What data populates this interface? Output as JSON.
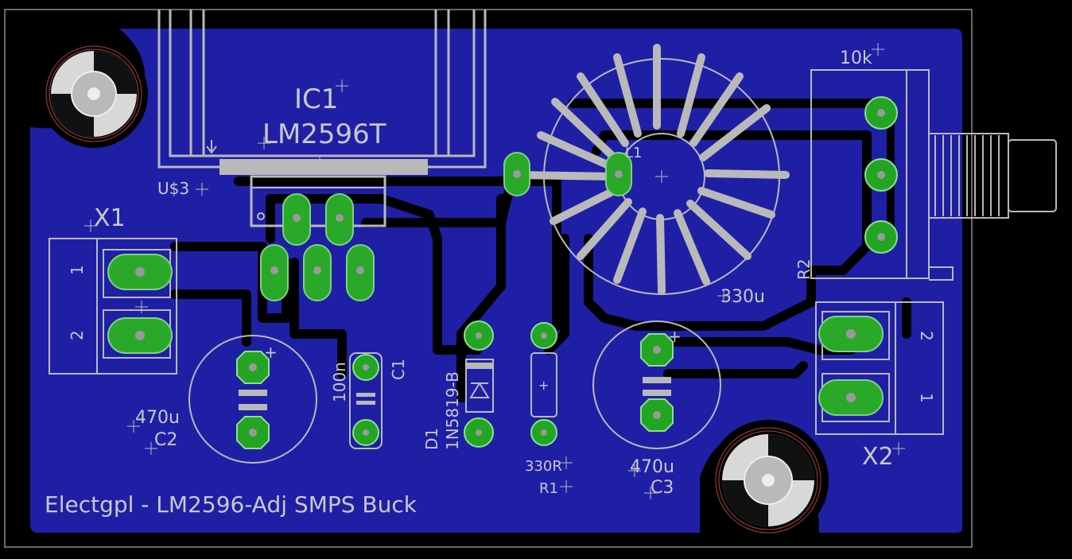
{
  "colors": {
    "background": "#000000",
    "copper": "#1f1fa6",
    "silkscreen": "#b9b9b9",
    "pad": "#2aa82a",
    "outline": "#d0d0d0"
  },
  "labels": {
    "ic1_name": "IC1",
    "ic1_value": "LM2596T",
    "heatsink": "U$3",
    "inductor": "L1",
    "pot_value": "10k",
    "pot_name": "R2",
    "cap_330": "330u",
    "x1": "X1",
    "x2": "X2",
    "x1_pin1": "1",
    "x1_pin2": "2",
    "x2_pin2": "2",
    "x2_pin1": "1",
    "c2_value": "470u",
    "c2_name": "C2",
    "c1_value": "100n",
    "c1_name": "C1",
    "d1_name": "D1",
    "d1_value": "1N5819-B",
    "r1_value": "330R",
    "r1_name": "R1",
    "c3_value": "470u",
    "c3_name": "C3",
    "plus_c2": "+",
    "plus_c3": "+",
    "plus_r1": "+",
    "footer": "Electgpl - LM2596-Adj SMPS Buck"
  }
}
